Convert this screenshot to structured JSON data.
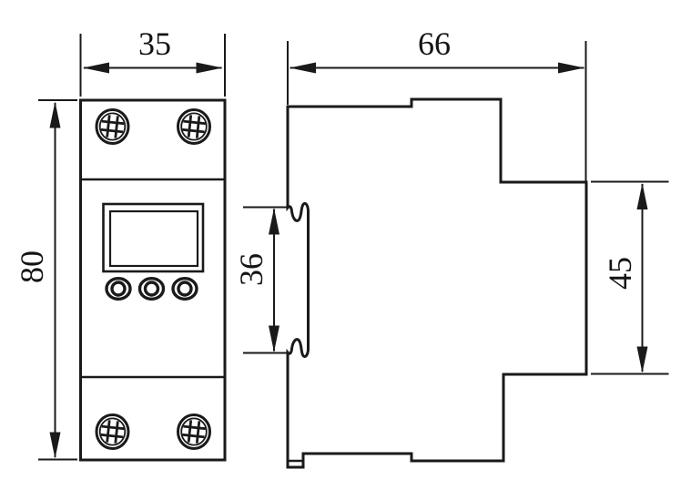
{
  "drawing": {
    "colors": {
      "ink": "#1a1a1a",
      "background": "#ffffff"
    },
    "dimensions": {
      "front_width": "35",
      "front_height": "80",
      "side_depth": "66",
      "din_notch_height": "36",
      "side_front_height": "45"
    }
  }
}
